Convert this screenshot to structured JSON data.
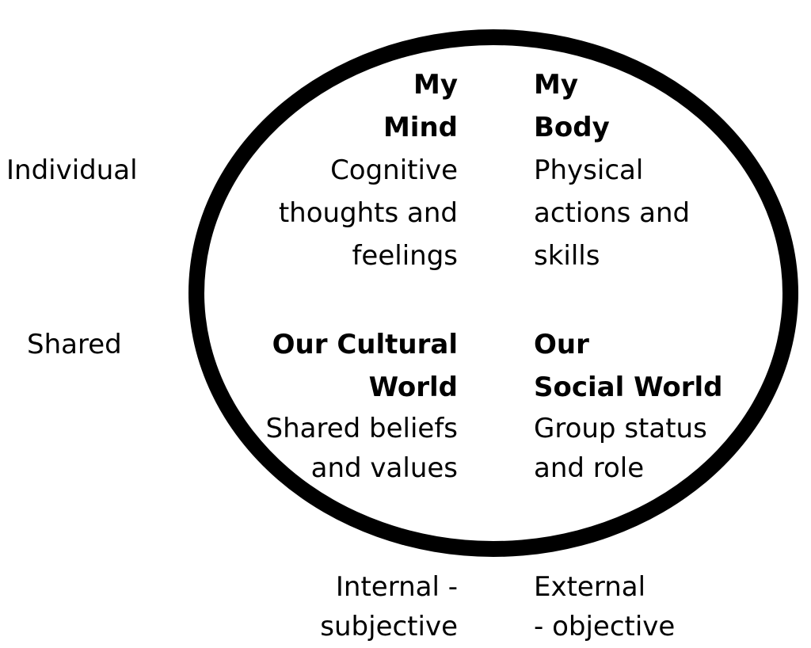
{
  "row_labels": {
    "individual": "Individual",
    "shared": "Shared"
  },
  "quadrants": {
    "top_left": {
      "title_line1": "My",
      "title_line2": "Mind",
      "desc_line1": "Cognitive",
      "desc_line2": "thoughts and",
      "desc_line3": "feelings"
    },
    "top_right": {
      "title_line1": "My",
      "title_line2": "Body",
      "desc_line1": "Physical",
      "desc_line2": "actions and",
      "desc_line3": "skills"
    },
    "bottom_left": {
      "title_line1": "Our Cultural",
      "title_line2": "World",
      "desc_line1": "Shared beliefs",
      "desc_line2": "and values"
    },
    "bottom_right": {
      "title_line1": "Our",
      "title_line2": "Social World",
      "desc_line1": "Group status",
      "desc_line2": "and role"
    }
  },
  "column_labels": {
    "internal_line1": "Internal -",
    "internal_line2": "subjective",
    "external_line1": "External",
    "external_line2": "- objective"
  }
}
